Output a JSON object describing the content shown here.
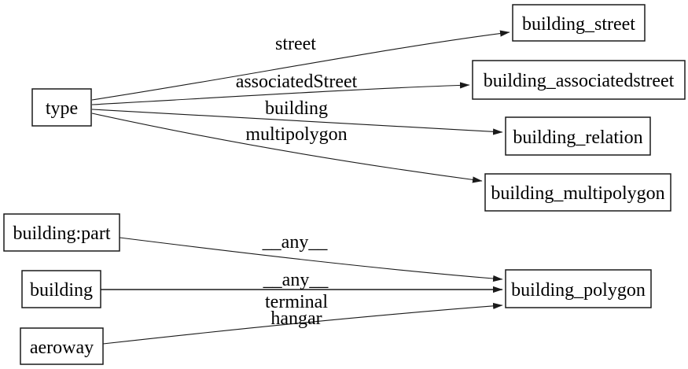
{
  "diagram": {
    "type": "directed-graph",
    "background_color": "#ffffff",
    "line_color": "#000000",
    "nodes": [
      {
        "id": "type",
        "label": "type"
      },
      {
        "id": "building_street",
        "label": "building_street"
      },
      {
        "id": "building_associatedstreet",
        "label": "building_associatedstreet"
      },
      {
        "id": "building_relation",
        "label": "building_relation"
      },
      {
        "id": "building_multipolygon",
        "label": "building_multipolygon"
      },
      {
        "id": "building:part",
        "label": "building:part"
      },
      {
        "id": "building",
        "label": "building"
      },
      {
        "id": "aeroway",
        "label": "aeroway"
      },
      {
        "id": "building_polygon",
        "label": "building_polygon"
      }
    ],
    "edges": [
      {
        "from": "type",
        "to": "building_street",
        "label": "street"
      },
      {
        "from": "type",
        "to": "building_associatedstreet",
        "label": "associatedStreet"
      },
      {
        "from": "type",
        "to": "building_relation",
        "label": "building"
      },
      {
        "from": "type",
        "to": "building_multipolygon",
        "label": "multipolygon"
      },
      {
        "from": "building:part",
        "to": "building_polygon",
        "label": "__any__"
      },
      {
        "from": "building",
        "to": "building_polygon",
        "label": "__any__"
      },
      {
        "from": "aeroway",
        "to": "building_polygon",
        "label_lines": [
          "terminal",
          "hangar"
        ]
      }
    ]
  }
}
